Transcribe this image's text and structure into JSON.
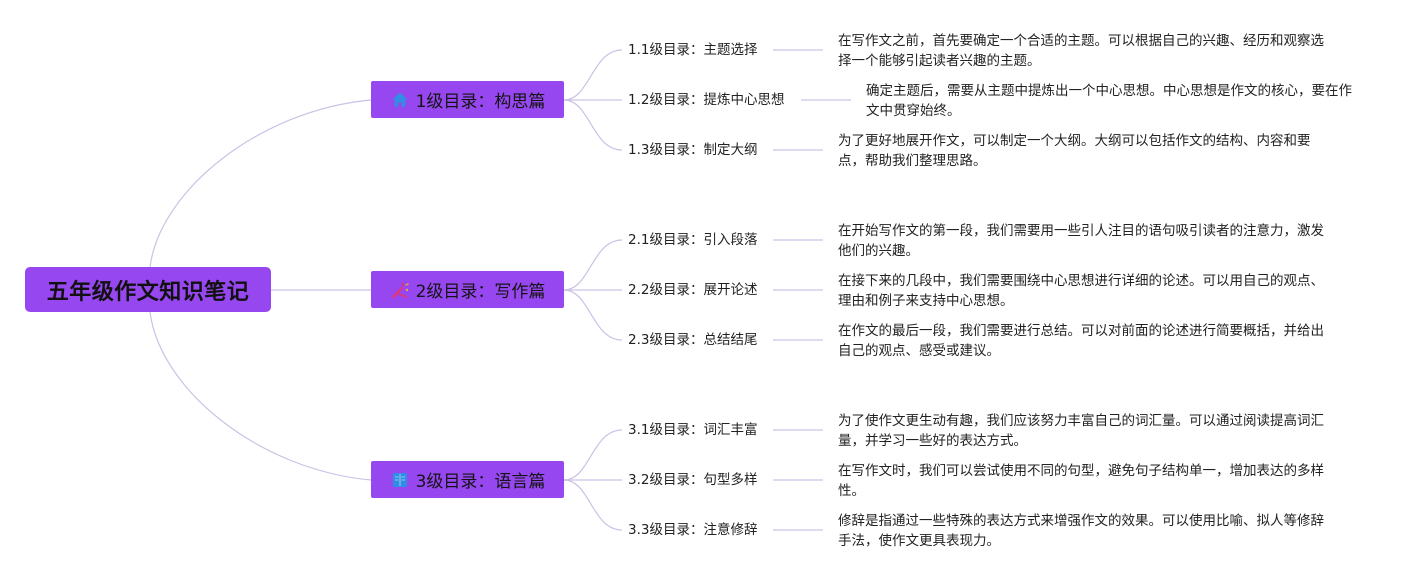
{
  "root": {
    "title": "五年级作文知识笔记"
  },
  "chapters": [
    {
      "label": "1级目录：构思篇",
      "icon": "house-icon",
      "icon_color": "#2f8de4",
      "items": [
        {
          "label": "1.1级目录：主题选择",
          "text": "在写作文之前，首先要确定一个合适的主题。可以根据自己的兴趣、经历和观察选择一个能够引起读者兴趣的主题。"
        },
        {
          "label": "1.2级目录：提炼中心思想",
          "text": "确定主题后，需要从主题中提炼出一个中心思想。中心思想是作文的核心，要在作文中贯穿始终。"
        },
        {
          "label": "1.3级目录：制定大纲",
          "text": "为了更好地展开作文，可以制定一个大纲。大纲可以包括作文的结构、内容和要点，帮助我们整理思路。"
        }
      ]
    },
    {
      "label": "2级目录：写作篇",
      "icon": "sparkle-icon",
      "icon_color": "#e8336c",
      "items": [
        {
          "label": "2.1级目录：引入段落",
          "text": "在开始写作文的第一段，我们需要用一些引人注目的语句吸引读者的注意力，激发他们的兴趣。"
        },
        {
          "label": "2.2级目录：展开论述",
          "text": "在接下来的几段中，我们需要围绕中心思想进行详细的论述。可以用自己的观点、理由和例子来支持中心思想。"
        },
        {
          "label": "2.3级目录：总结结尾",
          "text": "在作文的最后一段，我们需要进行总结。可以对前面的论述进行简要概括，并给出自己的观点、感受或建议。"
        }
      ]
    },
    {
      "label": "3级目录：语言篇",
      "icon": "book-icon",
      "icon_color": "#2f8de4",
      "items": [
        {
          "label": "3.1级目录：词汇丰富",
          "text": "为了使作文更生动有趣，我们应该努力丰富自己的词汇量。可以通过阅读提高词汇量，并学习一些好的表达方式。"
        },
        {
          "label": "3.2级目录：句型多样",
          "text": "在写作文时，我们可以尝试使用不同的句型，避免句子结构单一，增加表达的多样性。"
        },
        {
          "label": "3.3级目录：注意修辞",
          "text": "修辞是指通过一些特殊的表达方式来增强作文的效果。可以使用比喻、拟人等修辞手法，使作文更具表现力。"
        }
      ]
    }
  ],
  "colors": {
    "node_fill": "#9747f0",
    "connector": "#c9c3e6"
  }
}
